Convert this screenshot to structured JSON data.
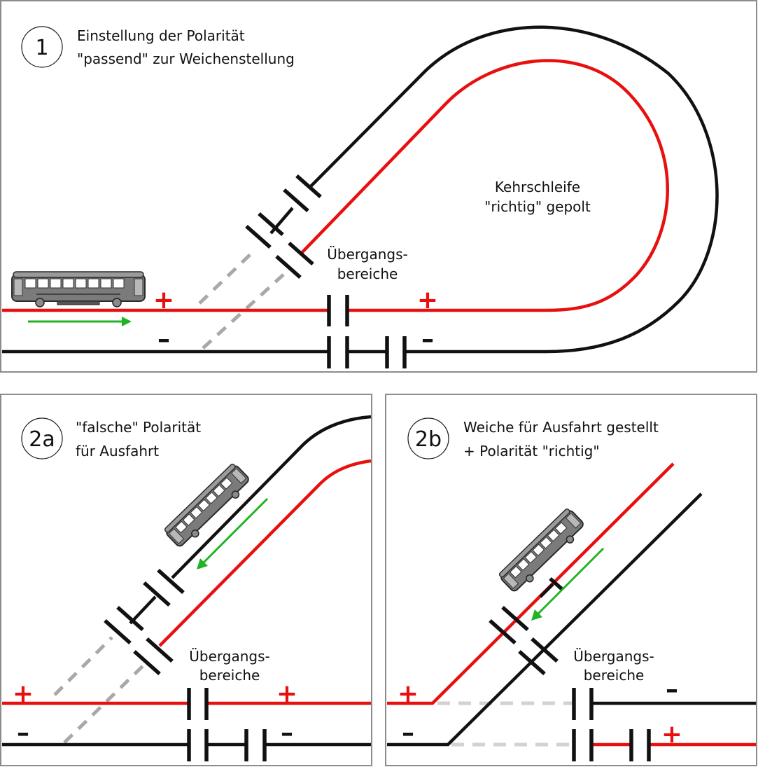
{
  "colors": {
    "positive_rail": "#e8100f",
    "negative_rail": "#111111",
    "direction_arrow": "#22b322",
    "isolation_dash": "#a8a8a8",
    "panel_border": "#8c8c8c"
  },
  "icons": [
    "tram-icon",
    "direction-arrow-icon"
  ],
  "panel1": {
    "number": "1",
    "caption_line1": "Einstellung der Polarität",
    "caption_line2": "\"passend\" zur Weichenstellung",
    "loop_line1": "Kehrschleife",
    "loop_line2": "\"richtig\" gepolt",
    "transition_line1": "Übergangs-",
    "transition_line2": "bereiche",
    "plus": "+",
    "minus": "–"
  },
  "panel2a": {
    "number": "2a",
    "caption_line1": "\"falsche\" Polarität",
    "caption_line2": "für Ausfahrt",
    "transition_line1": "Übergangs-",
    "transition_line2": "bereiche",
    "plus": "+",
    "minus": "–"
  },
  "panel2b": {
    "number": "2b",
    "caption_line1": "Weiche für Ausfahrt gestellt",
    "caption_line2": "+ Polarität \"richtig\"",
    "transition_line1": "Übergangs-",
    "transition_line2": "bereiche",
    "plus": "+",
    "minus": "–"
  }
}
